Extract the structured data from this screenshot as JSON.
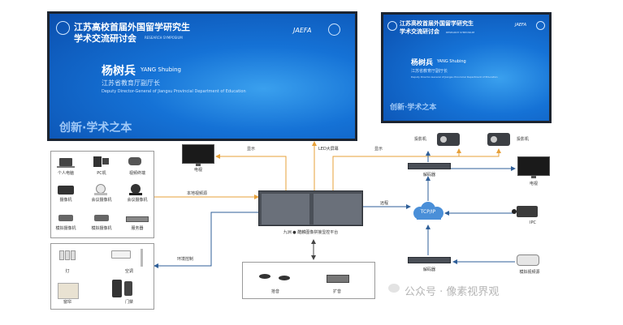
{
  "screens": {
    "main": {
      "title_line1": "江苏高校首届外国留学研究生",
      "title_line2": "学术交流研讨会",
      "title_en": "RESEARCH SYMPOSIUM",
      "speaker_name": "杨树兵",
      "speaker_name_en": "YANG Shubing",
      "speaker_title": "江苏省教育厅副厅长",
      "speaker_title_en": "Deputy Director-General of Jiangsu Provincial Department of Education",
      "slogan": "创新·学术之本",
      "logo_text": "JAEFA"
    },
    "secondary": {
      "title_line1": "江苏高校首届外国留学研究生",
      "title_line2": "学术交流研讨会",
      "title_en": "RESEARCH SYMPOSIUM",
      "speaker_name": "杨树兵",
      "speaker_name_en": "YANG Shubing",
      "speaker_title": "江苏省教育厅副厅长",
      "speaker_title_en": "Deputy Director-General of Jiangsu Provincial Department of Education",
      "slogan": "创新·学术之本",
      "logo_text": "JAEFA"
    }
  },
  "sources": {
    "items": [
      {
        "label": "个人电脑",
        "icon": "laptop-icon"
      },
      {
        "label": "PC机",
        "icon": "pc-icon"
      },
      {
        "label": "视频终端",
        "icon": "video-terminal-icon"
      },
      {
        "label": "摄像机",
        "icon": "camcorder-icon"
      },
      {
        "label": "会议摄像机",
        "icon": "conference-camera-icon"
      },
      {
        "label": "会议摄像机",
        "icon": "conference-camera-icon"
      },
      {
        "label": "模拟摄像机",
        "icon": "analog-camera-icon"
      },
      {
        "label": "模拟摄像机",
        "icon": "analog-camera-icon"
      },
      {
        "label": "服务器",
        "icon": "server-icon"
      }
    ]
  },
  "environment": {
    "items": [
      {
        "label": "灯",
        "icon": "lamp-icon"
      },
      {
        "label": "空调",
        "icon": "air-conditioner-icon"
      },
      {
        "label": "窗帘",
        "icon": "curtain-icon"
      },
      {
        "label": "门禁",
        "icon": "access-control-icon"
      }
    ]
  },
  "controller": {
    "label": "九洲 ● 酷麟图像拼接显控平台"
  },
  "audio": {
    "items": [
      {
        "label": "拾音",
        "icon": "microphone-icon"
      },
      {
        "label": "扩音",
        "icon": "amplifier-icon"
      }
    ]
  },
  "devices": {
    "tv_left": "电视",
    "tv_right": "电视",
    "projector_left": "投影机",
    "projector_right": "投影机",
    "decoder_top": "解码器",
    "decoder_bottom": "解码器",
    "network": "TCP/IP",
    "ipc": "IPC",
    "analog_video": "模拟视频源"
  },
  "links": {
    "display_left": "显示",
    "led_screen": "LED大屏幕",
    "display_right": "显示",
    "local_video": "本地视频源",
    "remote": "远程",
    "env_control": "环境控制"
  },
  "watermark": "公众号 · 像素视界观"
}
